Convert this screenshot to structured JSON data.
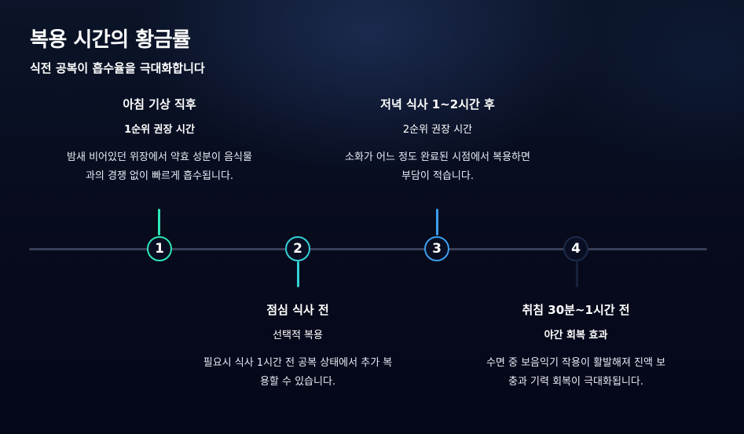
{
  "header": {
    "title": "복용 시간의 황금률",
    "subtitle": "식전 공복이 흡수율을 극대화합니다"
  },
  "timeline": {
    "steps": [
      {
        "number": "1",
        "heading": "아침 기상 직후",
        "priority": "1순위 권장 시간",
        "desc_line1": "밤새 비어있던 위장에서 약효 성분이 음식물",
        "desc_line2": "과의 경쟁 없이 빠르게 흡수됩니다.",
        "color": "#2ee6b6"
      },
      {
        "number": "2",
        "heading": "점심 식사 전",
        "priority": "선택적 복용",
        "desc_line1": "필요시 식사 1시간 전 공복 상태에서 추가 복",
        "desc_line2": "용할 수 있습니다.",
        "color": "#34d1d6"
      },
      {
        "number": "3",
        "heading": "저녁 식사 1~2시간 후",
        "priority": "2순위 권장 시간",
        "desc_line1": "소화가 어느 정도 완료된 시점에서 복용하면",
        "desc_line2": "부담이 적습니다.",
        "color": "#3b9ff0"
      },
      {
        "number": "4",
        "heading": "취침 30분~1시간 전",
        "priority": "야간 회복 효과",
        "desc_line1": "수면 중 보음익기 작용이 활발해져 진액 보",
        "desc_line2": "충과 기력 회복이 극대화됩니다.",
        "color": "#1c2a4a"
      }
    ]
  }
}
